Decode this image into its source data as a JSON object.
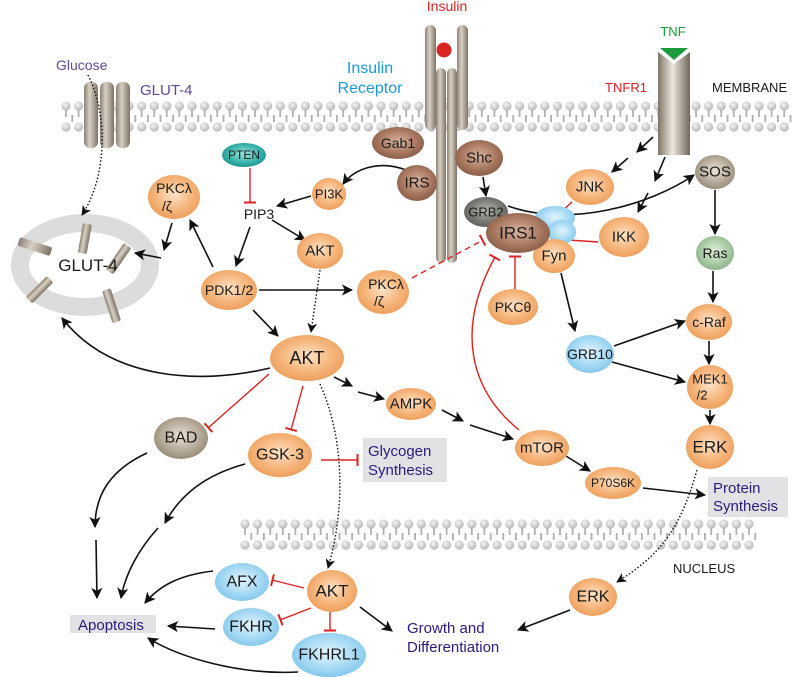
{
  "labels": {
    "insulin": "Insulin",
    "insulin_receptor_line1": "Insulin",
    "insulin_receptor_line2": "Receptor",
    "tnf": "TNF",
    "tnfr1": "TNFR1",
    "membrane": "MEMBRANE",
    "nucleus": "NUCLEUS",
    "glucose": "Glucose",
    "glut4_membrane": "GLUT-4",
    "glut4_vesicle": "GLUT-4"
  },
  "colors": {
    "insulin": "#dd2222",
    "insulin_receptor": "#1a9ad6",
    "tnf": "#1a9a3a",
    "tnfr1": "#dd2222",
    "glucose": "#5a4a9a",
    "outcome_text": "#2a1a7a",
    "inhibition": "#dd2222",
    "activation": "#111111",
    "orange_node": "#f2a566",
    "brown_node": "#9a6a55",
    "blue_node": "#8fcdf0",
    "teal_node": "#2aa8a0",
    "green_node": "#9cc39a",
    "taupe_node": "#a89c8a",
    "grey_node": "#6e6e6a"
  },
  "nodes": {
    "gab1": "Gab1",
    "irs": "IRS",
    "shc": "Shc",
    "grb2": "GRB2",
    "irs1": "IRS1",
    "fyn": "Fyn",
    "pten": "PTEN",
    "pi3k": "PI3K",
    "pip3": "PIP3",
    "pkc_left_1": "PKCλ",
    "pkc_left_2": "/ζ",
    "akt_top": "AKT",
    "pdk12": "PDK1/2",
    "pkc_mid_1": "PKCλ",
    "pkc_mid_2": "/ζ",
    "pkc_theta": "PKCθ",
    "jnk": "JNK",
    "ikk": "IKK",
    "sos": "SOS",
    "ras": "Ras",
    "craf": "c-Raf",
    "grb10": "GRB10",
    "mek_1": "MEK1",
    "mek_2": "/2",
    "erk_cyto": "ERK",
    "akt_main": "AKT",
    "ampk": "AMPK",
    "mtor": "mTOR",
    "p70s6k": "P70S6K",
    "bad": "BAD",
    "gsk3": "GSK-3",
    "afx": "AFX",
    "akt_nuc": "AKT",
    "fkhr": "FKHR",
    "fkhrl1": "FKHRL1",
    "erk_nuc": "ERK"
  },
  "outcomes": {
    "glycogen_1": "Glycogen",
    "glycogen_2": "Synthesis",
    "protein_1": "Protein",
    "protein_2": "Synthesis",
    "apoptosis": "Apoptosis",
    "growth_1": "Growth and",
    "growth_2": "Differentiation"
  }
}
